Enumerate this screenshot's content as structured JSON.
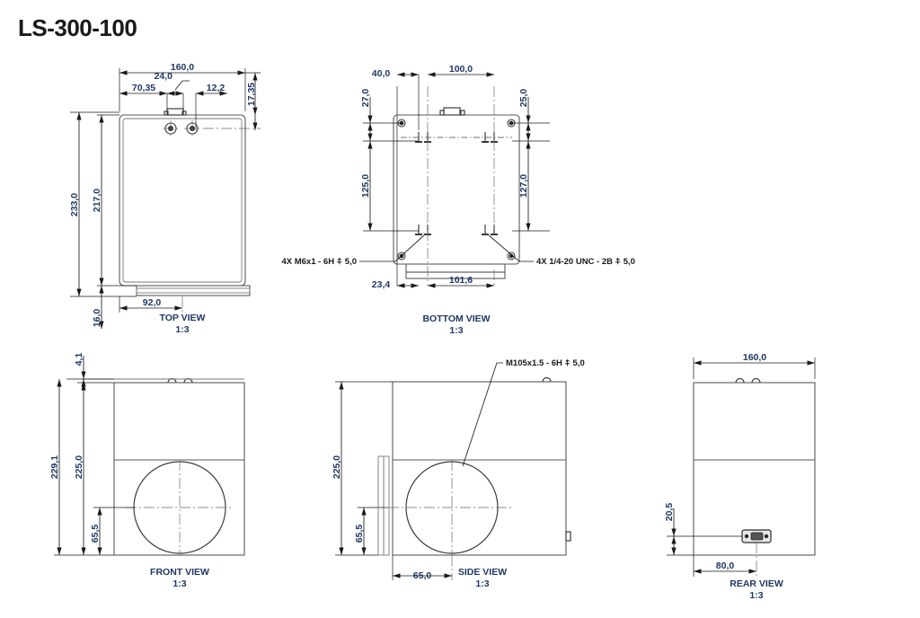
{
  "document": {
    "title": "LS-300-100"
  },
  "views": [
    {
      "id": "top-view",
      "name": "TOP VIEW",
      "scale": "1:3"
    },
    {
      "id": "bottom-view",
      "name": "BOTTOM VIEW",
      "scale": "1:3"
    },
    {
      "id": "front-view",
      "name": "FRONT VIEW",
      "scale": "1:3"
    },
    {
      "id": "side-view",
      "name": "SIDE VIEW",
      "scale": "1:3"
    },
    {
      "id": "rear-view",
      "name": "REAR VIEW",
      "scale": "1:3"
    }
  ],
  "dimensions": {
    "top_view": {
      "overall_width": "160,0",
      "offset_left": "70,35",
      "feature_width": "24,0",
      "offset_right": "12,2",
      "edge_depth": "17,35",
      "overall_length": "233,0",
      "body_length": "217,0",
      "foot_offset": "16,0",
      "foot_width": "92,0"
    },
    "bottom_view": {
      "left_offset": "40,0",
      "hole_pattern_width": "100,0",
      "top_offset_left": "27,0",
      "top_offset_right": "25,0",
      "hole_pattern_height": "125,0",
      "body_height": "127,0",
      "base_offset": "23,4",
      "base_width": "101,6"
    },
    "front_view": {
      "top_protrusion": "4,1",
      "overall_height": "229,1",
      "body_height": "225,0",
      "lens_center_height": "65,5"
    },
    "side_view": {
      "body_height": "225,0",
      "lens_center_height": "65,5",
      "lens_center_offset": "65,0"
    },
    "rear_view": {
      "overall_width": "160,0",
      "connector_center_height": "20,5",
      "connector_center_offset": "80,0"
    }
  },
  "callouts": [
    {
      "id": "m6-thread-callout",
      "text": "4X M6x1 - 6H",
      "depth_symbol": "⍏",
      "depth": "5,0"
    },
    {
      "id": "unc-thread-callout",
      "text": "4X 1/4-20 UNC - 2B",
      "depth_symbol": "⍏",
      "depth": "5,0"
    },
    {
      "id": "m105-thread-callout",
      "text": "M105x1.5 - 6H",
      "depth_symbol": "⍏",
      "depth": "5,0"
    }
  ],
  "colors": {
    "dimension_text": "#1F3864",
    "annotation_text": "#1A1A1A",
    "geometry_line": "#5A5A5A",
    "title_text": "#1A1A1A",
    "background": "#FFFFFF"
  }
}
